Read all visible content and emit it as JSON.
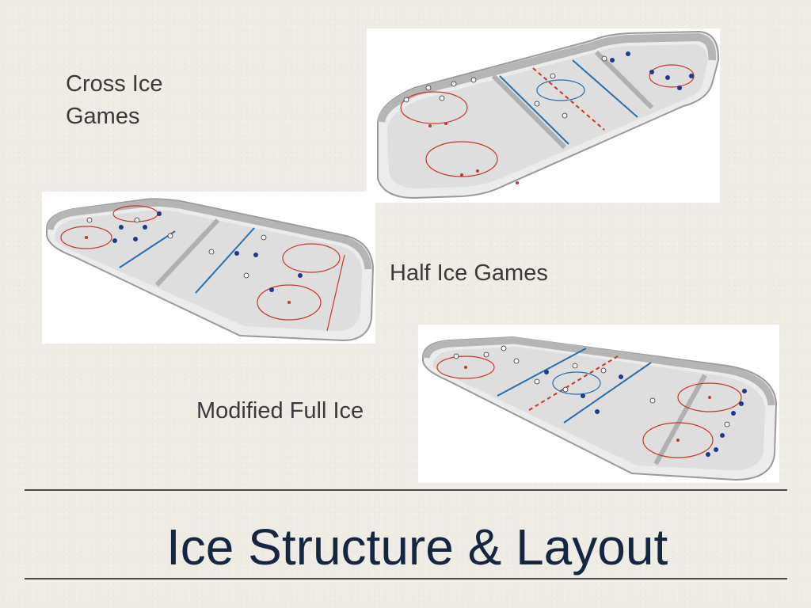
{
  "labels": {
    "cross_ice": "Cross Ice Games",
    "half_ice": "Half Ice Games",
    "modified_full": "Modified Full Ice"
  },
  "title": "Ice Structure & Layout",
  "colors": {
    "title": "#16263f",
    "label": "#3a3a3a",
    "ice": "#dcdcdc",
    "board": "#a9a9a9",
    "blue_line": "#2a6fa8",
    "red_line": "#c0392b",
    "team_blue": "#1f3a8a",
    "team_white": "#f5f5f5"
  },
  "images": [
    {
      "name": "cross-ice-rink-diagram",
      "depicts": "rink divided into three cross-ice zones"
    },
    {
      "name": "half-ice-rink-diagram",
      "depicts": "rink divided into two halves"
    },
    {
      "name": "modified-full-ice-rink-diagram",
      "depicts": "full rink with players"
    }
  ]
}
